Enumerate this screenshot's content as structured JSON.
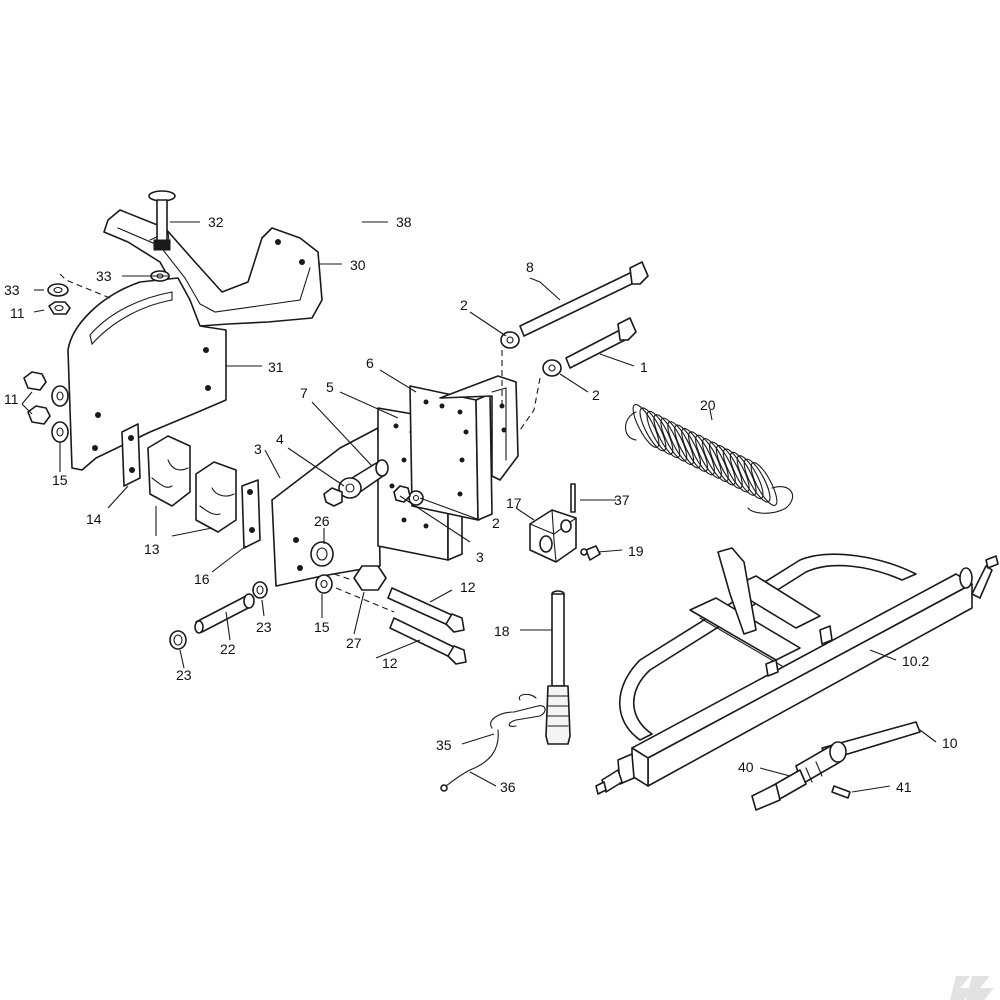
{
  "callouts": [
    {
      "id": "c32",
      "text": "32"
    },
    {
      "id": "c38",
      "text": "38"
    },
    {
      "id": "c30",
      "text": "30"
    },
    {
      "id": "c33a",
      "text": "33"
    },
    {
      "id": "c33b",
      "text": "33"
    },
    {
      "id": "c11a",
      "text": "11"
    },
    {
      "id": "c31",
      "text": "31"
    },
    {
      "id": "c11b",
      "text": "11"
    },
    {
      "id": "c15a",
      "text": "15"
    },
    {
      "id": "c14",
      "text": "14"
    },
    {
      "id": "c13",
      "text": "13"
    },
    {
      "id": "c16",
      "text": "16"
    },
    {
      "id": "c3a",
      "text": "3"
    },
    {
      "id": "c4",
      "text": "4"
    },
    {
      "id": "c7",
      "text": "7"
    },
    {
      "id": "c5",
      "text": "5"
    },
    {
      "id": "c6",
      "text": "6"
    },
    {
      "id": "c26",
      "text": "26"
    },
    {
      "id": "c2a",
      "text": "2"
    },
    {
      "id": "c8",
      "text": "8"
    },
    {
      "id": "c1",
      "text": "1"
    },
    {
      "id": "c2b",
      "text": "2"
    },
    {
      "id": "c2c",
      "text": "2"
    },
    {
      "id": "c3b",
      "text": "3"
    },
    {
      "id": "c20",
      "text": "20"
    },
    {
      "id": "c17",
      "text": "17"
    },
    {
      "id": "c37",
      "text": "37"
    },
    {
      "id": "c19",
      "text": "19"
    },
    {
      "id": "c12a",
      "text": "12"
    },
    {
      "id": "c12b",
      "text": "12"
    },
    {
      "id": "c15b",
      "text": "15"
    },
    {
      "id": "c27",
      "text": "27"
    },
    {
      "id": "c22",
      "text": "22"
    },
    {
      "id": "c23a",
      "text": "23"
    },
    {
      "id": "c23b",
      "text": "23"
    },
    {
      "id": "c18",
      "text": "18"
    },
    {
      "id": "c10_2",
      "text": "10.2"
    },
    {
      "id": "c35",
      "text": "35"
    },
    {
      "id": "c36",
      "text": "36"
    },
    {
      "id": "c40",
      "text": "40"
    },
    {
      "id": "c10",
      "text": "10"
    },
    {
      "id": "c41",
      "text": "41"
    }
  ],
  "logo": {
    "text": "K",
    "icon": "brand-logo-icon"
  }
}
